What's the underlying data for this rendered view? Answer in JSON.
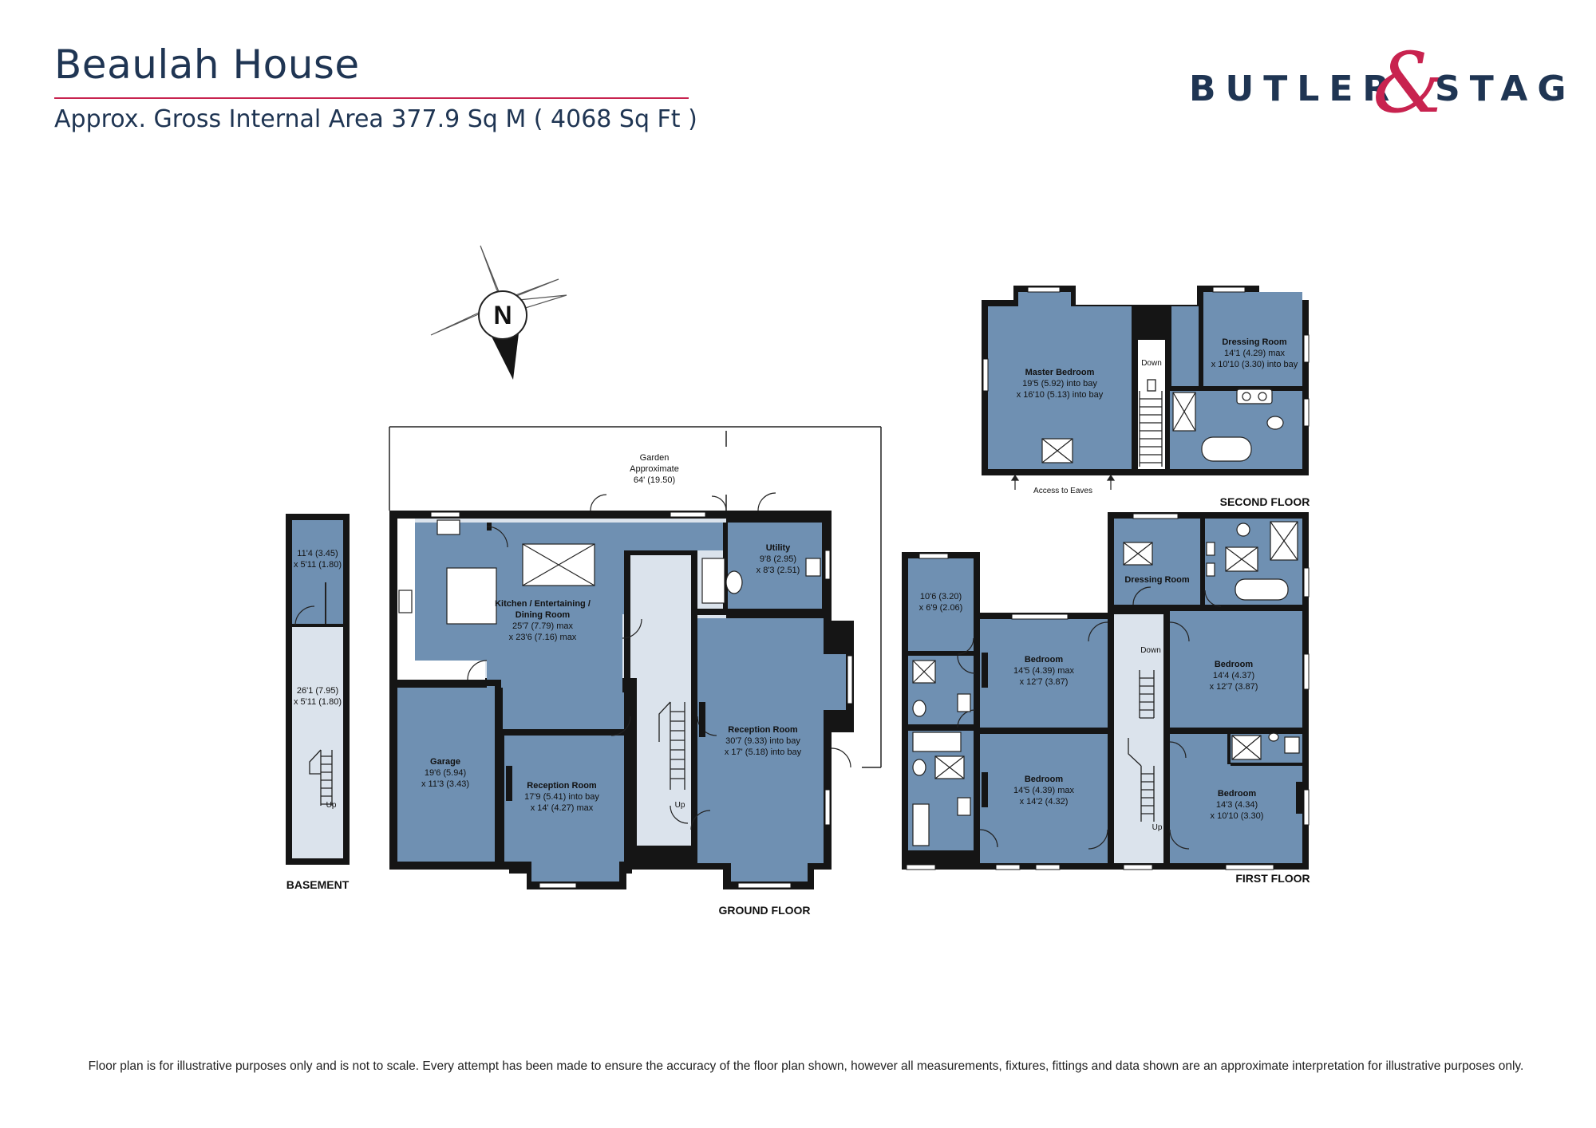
{
  "header": {
    "title": "Beaulah House",
    "subtitle": "Approx. Gross Internal Area 377.9 Sq M ( 4068 Sq Ft )"
  },
  "brand": {
    "left": "BUTLER",
    "amp": "&",
    "right": "STAG",
    "colors": {
      "navy": "#1f3553",
      "magenta": "#c8234f"
    }
  },
  "compass": {
    "label": "N"
  },
  "colors": {
    "room_fill": "#6f90b2",
    "hall_fill": "#dbe3ec",
    "wall": "#151515"
  },
  "floors": {
    "basement": "BASEMENT",
    "ground": "GROUND FLOOR",
    "first": "FIRST FLOOR",
    "second": "SECOND FLOOR"
  },
  "garden": {
    "l1": "Garden",
    "l2": "Approximate",
    "l3": "64' (19.50)"
  },
  "rooms": {
    "basement_small": {
      "l1": "11'4 (3.45)",
      "l2": "x 5'11 (1.80)"
    },
    "basement_long": {
      "l1": "26'1 (7.95)",
      "l2": "x 5'11 (1.80)"
    },
    "kitchen": {
      "l1": "Kitchen / Entertaining /",
      "l2": "Dining Room",
      "l3": "25'7 (7.79) max",
      "l4": "x 23'6 (7.16) max"
    },
    "utility": {
      "l1": "Utility",
      "l2": "9'8 (2.95)",
      "l3": "x 8'3 (2.51)"
    },
    "garage": {
      "l1": "Garage",
      "l2": "19'6 (5.94)",
      "l3": "x 11'3 (3.43)"
    },
    "reception_small": {
      "l1": "Reception Room",
      "l2": "17'9 (5.41) into bay",
      "l3": "x 14' (4.27) max"
    },
    "reception_large": {
      "l1": "Reception Room",
      "l2": "30'7 (9.33) into bay",
      "l3": "x 17' (5.18) into bay"
    },
    "first_small": {
      "l1": "10'6 (3.20)",
      "l2": "x 6'9 (2.06)"
    },
    "first_bed_tl": {
      "l1": "Bedroom",
      "l2": "14'5 (4.39) max",
      "l3": "x 12'7 (3.87)"
    },
    "first_bed_bl": {
      "l1": "Bedroom",
      "l2": "14'5 (4.39) max",
      "l3": "x 14'2 (4.32)"
    },
    "first_bed_tr": {
      "l1": "Bedroom",
      "l2": "14'4 (4.37)",
      "l3": "x 12'7 (3.87)"
    },
    "first_bed_br": {
      "l1": "Bedroom",
      "l2": "14'3 (4.34)",
      "l3": "x 10'10 (3.30)"
    },
    "first_dressing": {
      "l1": "Dressing Room"
    },
    "master": {
      "l1": "Master Bedroom",
      "l2": "19'5 (5.92) into bay",
      "l3": "x 16'10 (5.13) into bay"
    },
    "second_dressing": {
      "l1": "Dressing Room",
      "l2": "14'1 (4.29) max",
      "l3": "x 10'10 (3.30) into bay"
    }
  },
  "stairs": {
    "basement_up": "Up",
    "ground_up": "Up",
    "first_down": "Down",
    "first_up": "Up",
    "second_down": "Down"
  },
  "eaves": "Access to Eaves",
  "disclaimer": "Floor plan is for illustrative purposes only and is not to scale. Every attempt has been made to ensure the accuracy of the floor plan shown, however all measurements, fixtures, fittings and data shown are an approximate interpretation for illustrative purposes only."
}
